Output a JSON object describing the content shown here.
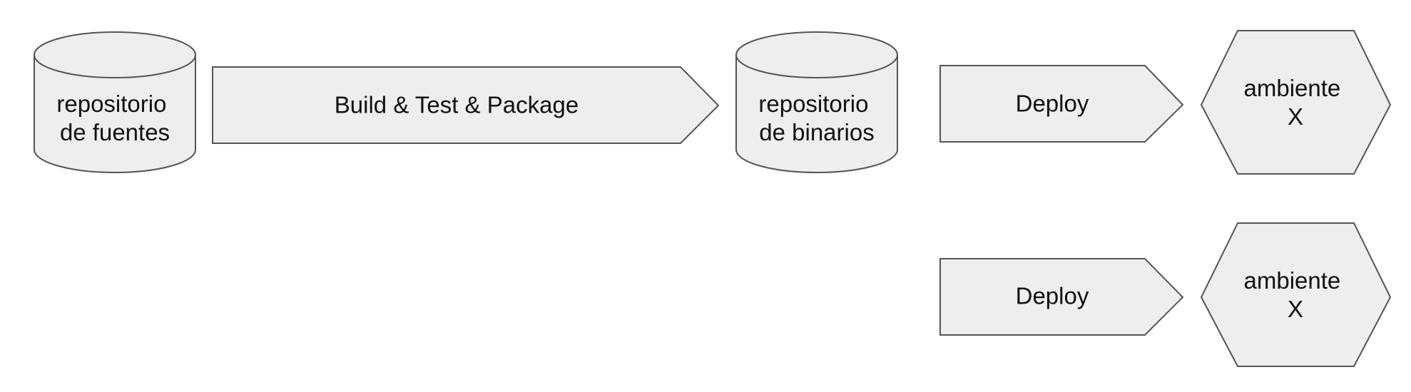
{
  "diagram": {
    "source_repo": {
      "line1": "repositorio",
      "line2": "de fuentes"
    },
    "build_step": {
      "label": "Build & Test & Package"
    },
    "binary_repo": {
      "line1": "repositorio",
      "line2": "de binarios"
    },
    "deploy_top": {
      "label": "Deploy"
    },
    "env_top": {
      "line1": "ambiente",
      "line2": "X"
    },
    "deploy_bottom": {
      "label": "Deploy"
    },
    "env_bottom": {
      "line1": "ambiente",
      "line2": "X"
    }
  }
}
